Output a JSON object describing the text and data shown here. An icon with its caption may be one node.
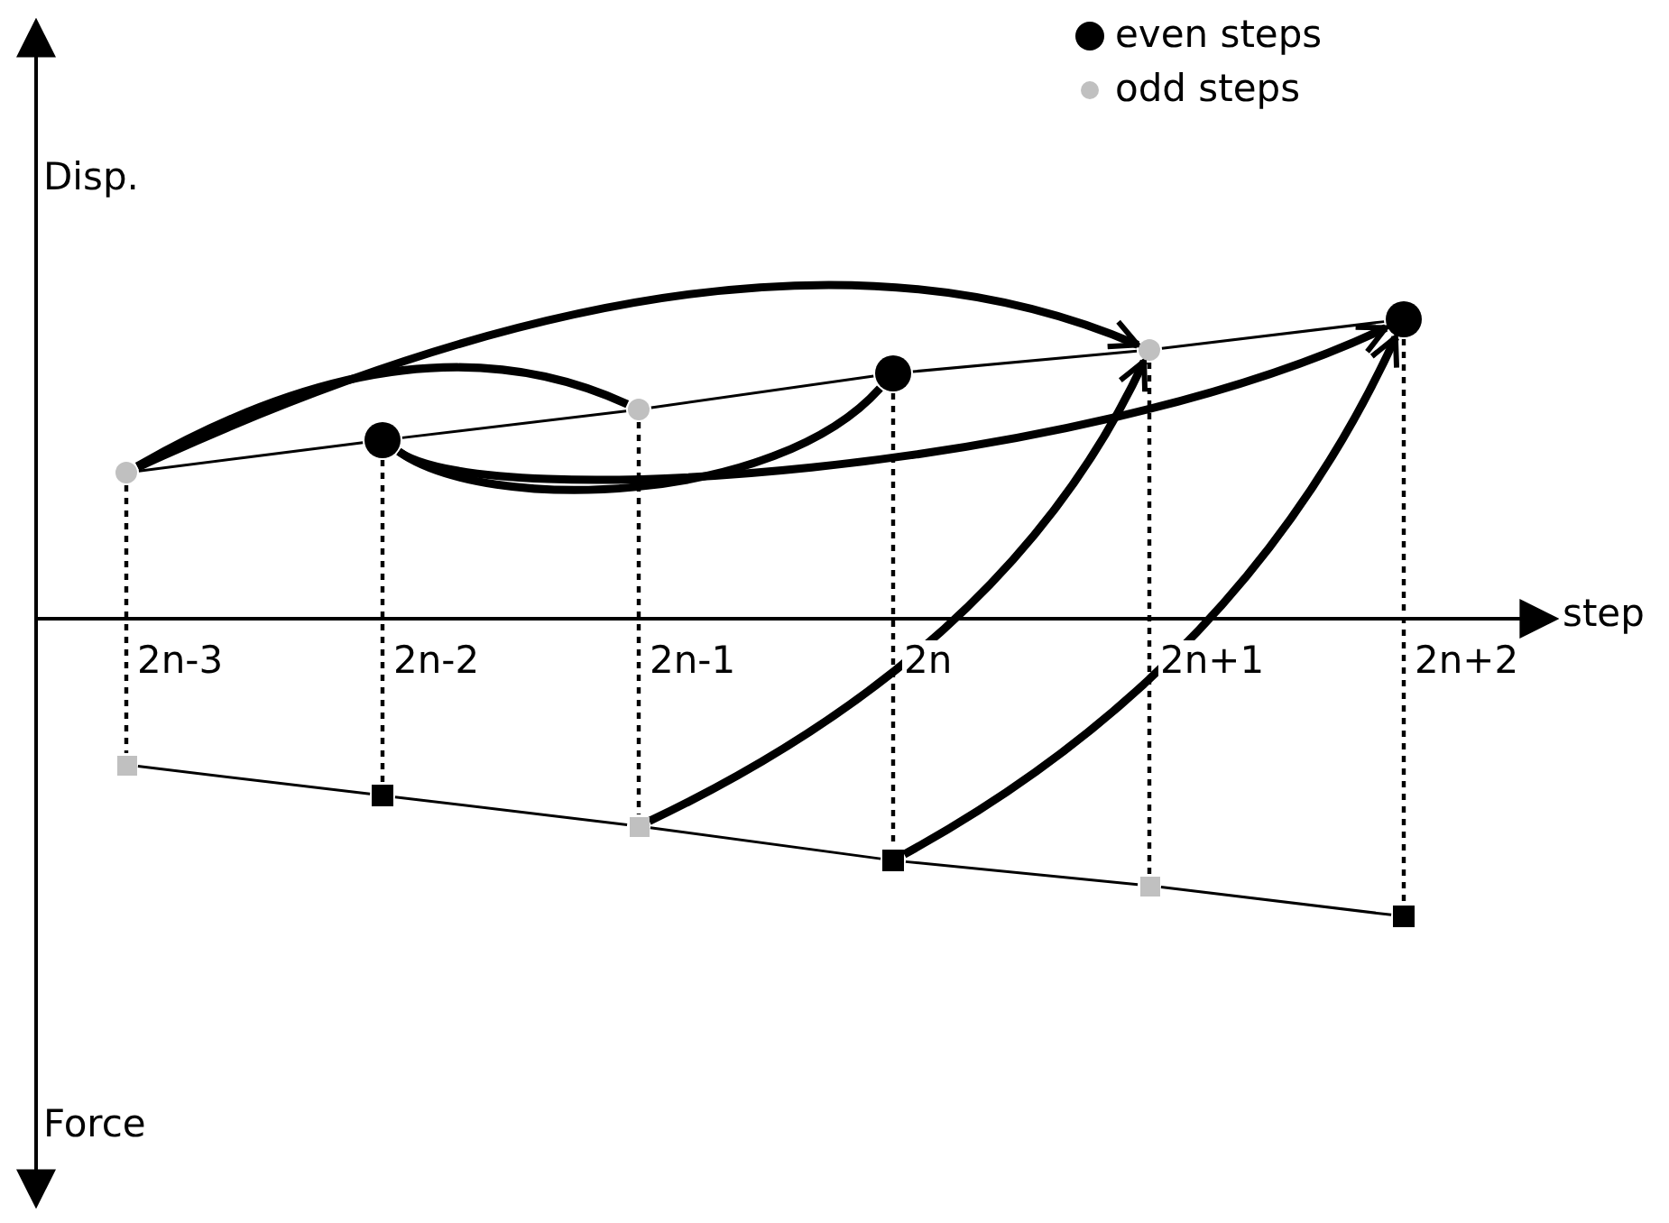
{
  "diagram": {
    "nodes": [
      {
        "text": [],
        "shape": "circle"
      },
      {
        "text": [],
        "shape": "circle"
      },
      {
        "text": [],
        "shape": "circle"
      },
      {
        "text": [],
        "shape": "circle"
      },
      {
        "text": [],
        "shape": "circle"
      },
      {
        "text": [],
        "shape": "circle"
      },
      {
        "text": [],
        "shape": "box"
      },
      {
        "text": [],
        "shape": "box"
      },
      {
        "text": [],
        "shape": "box"
      },
      {
        "text": [],
        "shape": "box"
      },
      {
        "text": [],
        "shape": "box"
      },
      {
        "text": [],
        "shape": "box"
      }
    ],
    "edges": [
      {
        "from": 0,
        "to": 1,
        "arrow": "none"
      },
      {
        "from": 1,
        "to": 2,
        "arrow": "none"
      },
      {
        "from": 2,
        "to": 3,
        "arrow": "none"
      },
      {
        "from": 3,
        "to": 4,
        "arrow": "none"
      },
      {
        "from": 4,
        "to": 5,
        "arrow": "none"
      },
      {
        "from": 6,
        "to": 7,
        "arrow": "none"
      },
      {
        "from": 7,
        "to": 8,
        "arrow": "none"
      },
      {
        "from": 8,
        "to": 9,
        "arrow": "none"
      },
      {
        "from": 9,
        "to": 10,
        "arrow": "none"
      },
      {
        "from": 10,
        "to": 11,
        "arrow": "none"
      },
      {
        "from": 0,
        "to": 6,
        "arrow": "none",
        "style": "dashed"
      },
      {
        "from": 1,
        "to": 7,
        "arrow": "none",
        "style": "dashed"
      },
      {
        "from": 2,
        "to": 8,
        "arrow": "none",
        "style": "dashed"
      },
      {
        "from": 3,
        "to": 9,
        "arrow": "none",
        "style": "dashed"
      },
      {
        "from": 4,
        "to": 10,
        "arrow": "none",
        "style": "dashed"
      },
      {
        "from": 5,
        "to": 11,
        "arrow": "none",
        "style": "dashed"
      },
      {
        "from": 0,
        "to": 4,
        "arrow": "to",
        "style": "thick"
      },
      {
        "from": 0,
        "to": 2,
        "arrow": "none",
        "style": "thick"
      },
      {
        "from": 1,
        "to": 5,
        "arrow": "to",
        "style": "thick"
      },
      {
        "from": 1,
        "to": 3,
        "arrow": "none",
        "style": "thick"
      },
      {
        "from": 8,
        "to": 4,
        "arrow": "to",
        "style": "thick"
      },
      {
        "from": 9,
        "to": 5,
        "arrow": "to",
        "style": "thick"
      }
    ],
    "labels": [
      "Disp.",
      "step",
      "2n-3",
      "2n-2",
      "2n-1",
      "2n",
      "2n+1",
      "2n+2",
      "Force"
    ],
    "legend": [
      {
        "text": "even steps"
      },
      {
        "text": "odd steps"
      }
    ]
  }
}
